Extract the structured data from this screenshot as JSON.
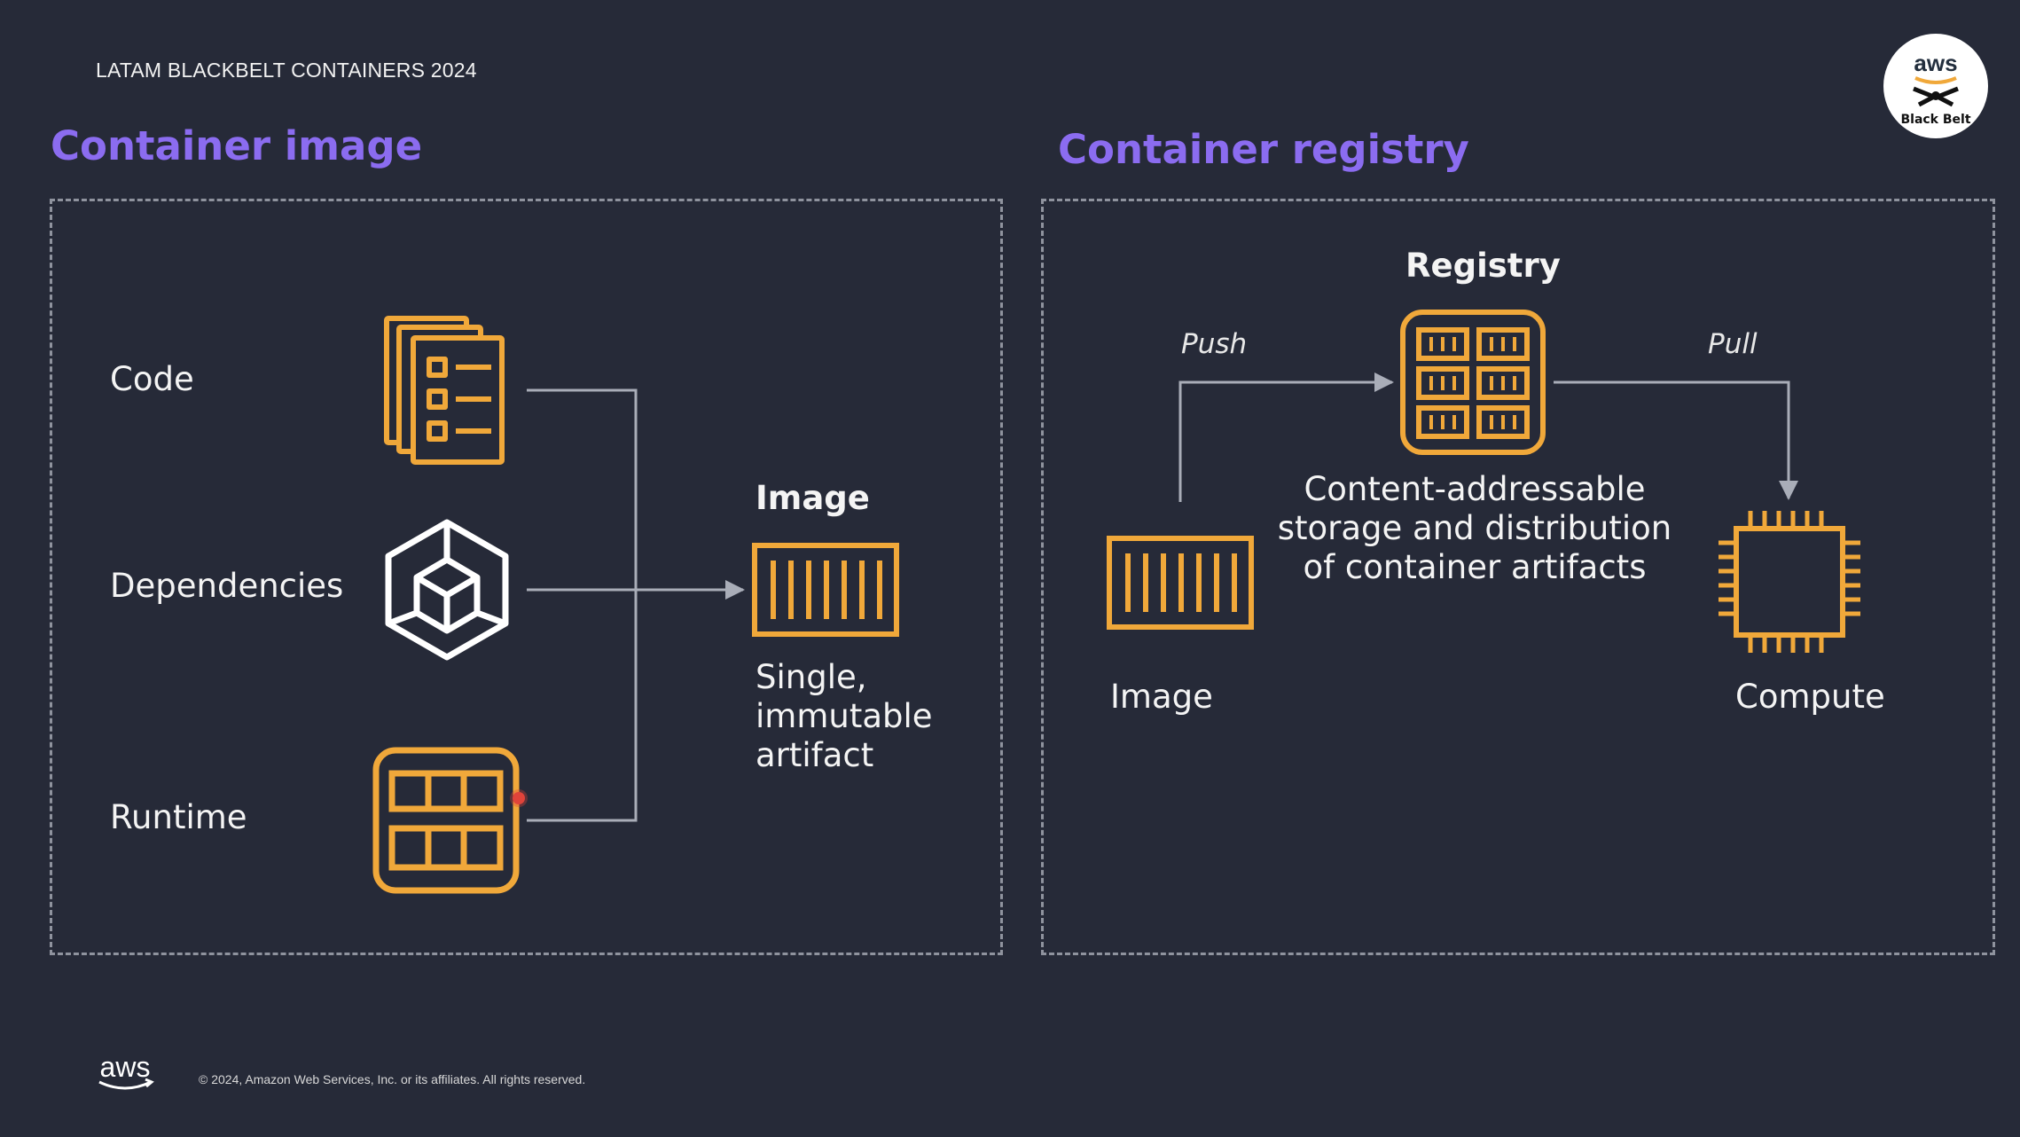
{
  "header": {
    "eyebrow": "LATAM BLACKBELT CONTAINERS 2024",
    "badge_top": "aws",
    "badge_bottom": "Black Belt"
  },
  "left_section": {
    "title": "Container image",
    "inputs": [
      {
        "label": "Code",
        "icon": "document-list-icon"
      },
      {
        "label": "Dependencies",
        "icon": "cube-icon"
      },
      {
        "label": "Runtime",
        "icon": "grid-frame-icon"
      }
    ],
    "output_title": "Image",
    "output_icon": "container-icon",
    "output_lines": [
      "Single,",
      "immutable",
      "artifact"
    ]
  },
  "right_section": {
    "title": "Container registry",
    "registry_title": "Registry",
    "registry_icon": "registry-icon",
    "push_label": "Push",
    "pull_label": "Pull",
    "description_lines": [
      "Content-addressable",
      "storage and distribution",
      "of container artifacts"
    ],
    "image_label": "Image",
    "image_icon": "container-icon",
    "compute_label": "Compute",
    "compute_icon": "chip-icon"
  },
  "footer": {
    "logo": "aws",
    "copyright": "© 2024, Amazon Web Services, Inc. or its affiliates. All rights reserved."
  },
  "colors": {
    "background": "#262a38",
    "accent_title": "#8b6cf0",
    "icon_orange": "#f0a83a",
    "connector": "#a9adb8"
  }
}
